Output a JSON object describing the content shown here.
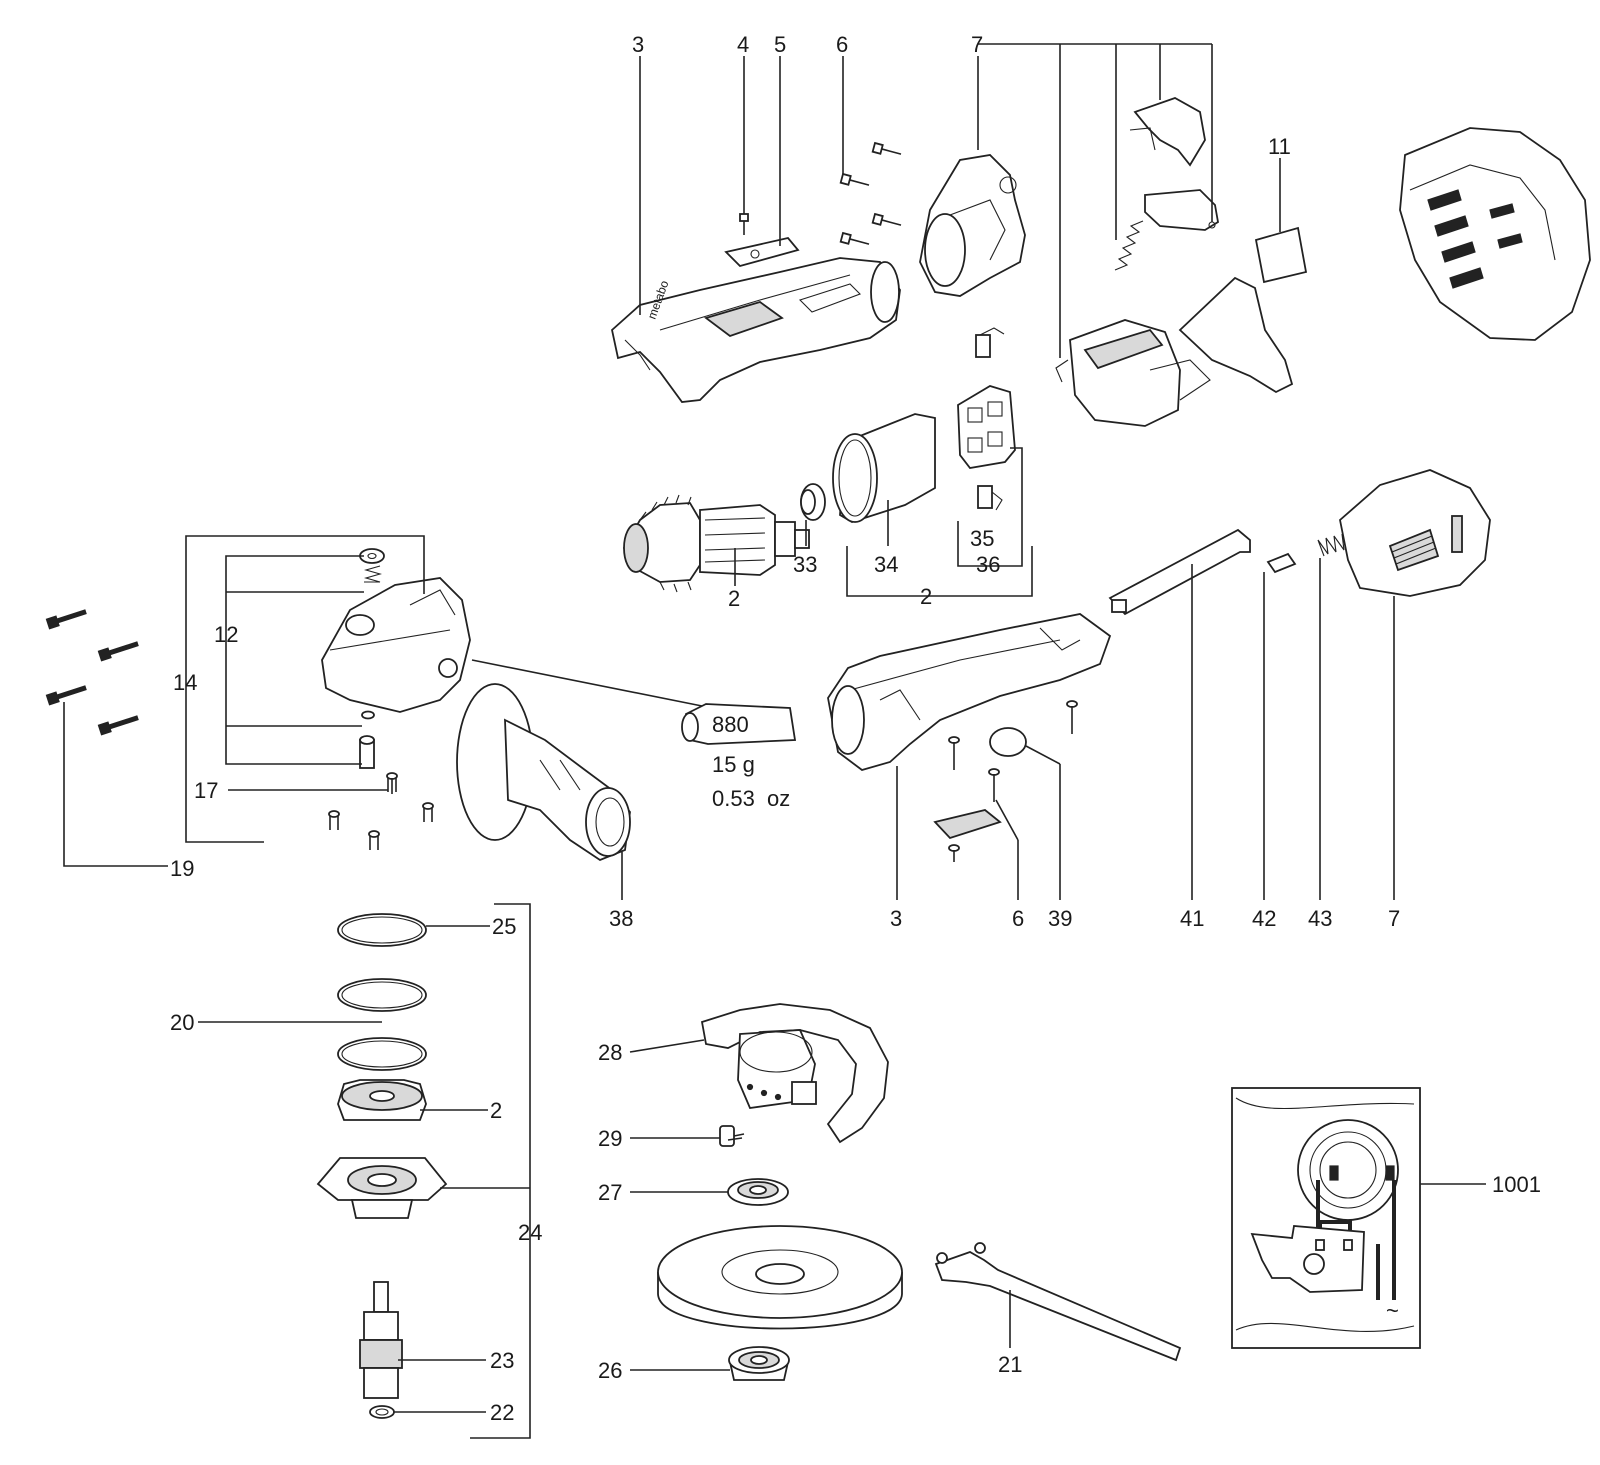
{
  "callouts": {
    "c3_top": "3",
    "c4": "4",
    "c5": "5",
    "c6_top": "6",
    "c7_top": "7",
    "c11": "11",
    "c2_armature": "2",
    "c33": "33",
    "c34": "34",
    "c35": "35",
    "c36": "36",
    "c2_group": "2",
    "c12": "12",
    "c14": "14",
    "c17": "17",
    "c19": "19",
    "c38": "38",
    "c3_bottom": "3",
    "c6_bottom": "6",
    "c39": "39",
    "c41": "41",
    "c42": "42",
    "c43": "43",
    "c7_right": "7",
    "c25": "25",
    "c20": "20",
    "c2_gear": "2",
    "c24": "24",
    "c23": "23",
    "c22": "22",
    "c28": "28",
    "c29": "29",
    "c27": "27",
    "c26": "26",
    "c21": "21",
    "c1001": "1001"
  },
  "grease": {
    "tube_label": "880",
    "weight_g": "15 g",
    "weight_oz": "0.53  oz"
  },
  "brand_mark": "metabo",
  "schematic": {
    "ac_symbol": "~"
  }
}
